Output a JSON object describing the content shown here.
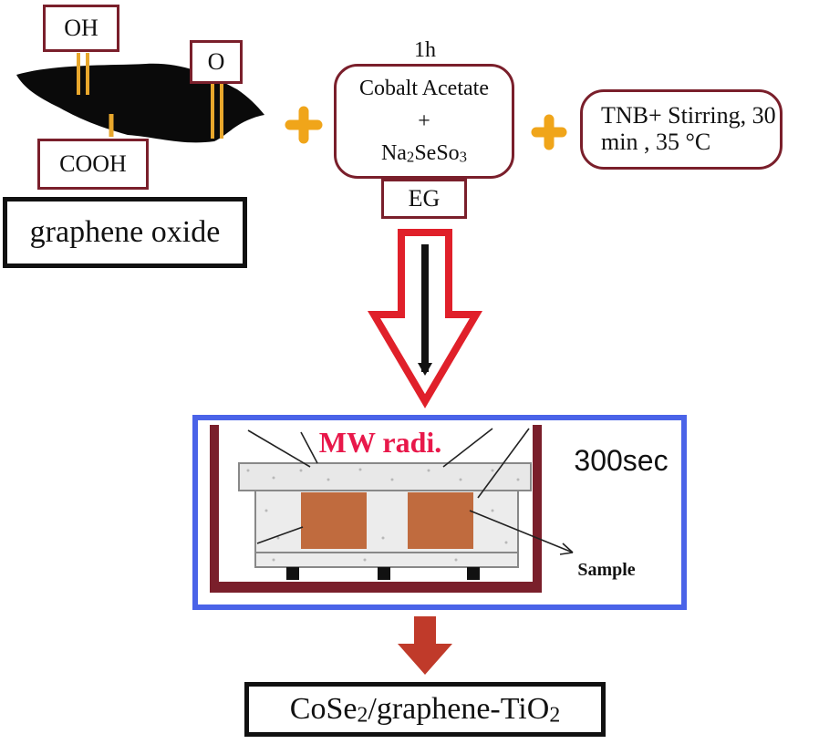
{
  "graphene": {
    "oh_label": "OH",
    "o_label": "O",
    "cooh_label": "COOH",
    "title": "graphene oxide"
  },
  "precursor": {
    "time": "1h",
    "line1": "Cobalt Acetate",
    "plus": "+",
    "line3_main": "Na",
    "line3_sub1": "2",
    "line3_mid": "SeSo",
    "line3_sub2": "3",
    "solvent": "EG"
  },
  "step3": {
    "line1": "TNB+ Stirring, 30",
    "line2": "min , 35 °C"
  },
  "microwave": {
    "radiation_label": "MW radi.",
    "time_label": "300sec",
    "sample_label": "Sample"
  },
  "product": {
    "part1": "CoSe",
    "sub1": "2",
    "part2": "/graphene-TiO",
    "sub2": "2"
  },
  "colors": {
    "box_border": "#7a1f2b",
    "plus": "#f0a51a",
    "arrow_outline": "#e0202a",
    "mw_frame": "#4a63e8",
    "vessel": "#7a1f2b",
    "sample_fill": "#c06b3e",
    "mw_text": "#e8184a",
    "down_arrow": "#c03a2a"
  }
}
